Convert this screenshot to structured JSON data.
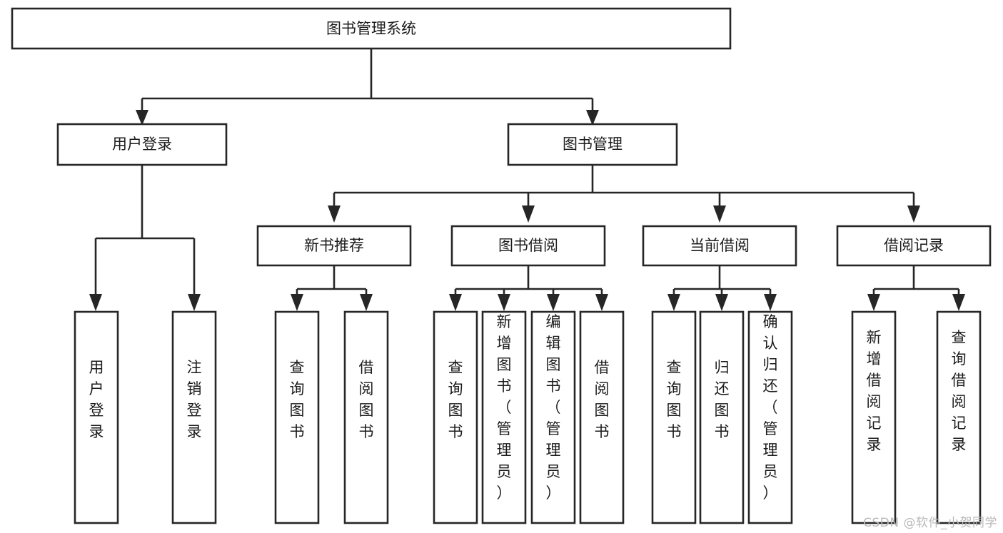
{
  "diagram": {
    "title": "图书管理系统",
    "type": "tree",
    "watermark": "CSDN @软件_小贺同学",
    "nodes": {
      "root": {
        "label": "图书管理系统",
        "level": 0,
        "orientation": "horizontal"
      },
      "user_login": {
        "label": "用户登录",
        "level": 1,
        "orientation": "horizontal"
      },
      "book_manage": {
        "label": "图书管理",
        "level": 1,
        "orientation": "horizontal"
      },
      "new_book_rec": {
        "label": "新书推荐",
        "level": 2,
        "orientation": "horizontal"
      },
      "book_borrow": {
        "label": "图书借阅",
        "level": 2,
        "orientation": "horizontal"
      },
      "current_borrow": {
        "label": "当前借阅",
        "level": 2,
        "orientation": "horizontal"
      },
      "borrow_record": {
        "label": "借阅记录",
        "level": 2,
        "orientation": "horizontal"
      },
      "leaf_user_login": {
        "label": "用户登录",
        "level": 3,
        "orientation": "vertical"
      },
      "leaf_logout": {
        "label": "注销登录",
        "level": 3,
        "orientation": "vertical"
      },
      "leaf_query_book_a": {
        "label": "查询图书",
        "level": 3,
        "orientation": "vertical"
      },
      "leaf_borrow_book_a": {
        "label": "借阅图书",
        "level": 3,
        "orientation": "vertical"
      },
      "leaf_query_book_b": {
        "label": "查询图书",
        "level": 3,
        "orientation": "vertical"
      },
      "leaf_add_book": {
        "label": "新增图书（管理员）",
        "level": 3,
        "orientation": "vertical"
      },
      "leaf_edit_book": {
        "label": "编辑图书（管理员）",
        "level": 3,
        "orientation": "vertical"
      },
      "leaf_borrow_book_b": {
        "label": "借阅图书",
        "level": 3,
        "orientation": "vertical"
      },
      "leaf_query_book_c": {
        "label": "查询图书",
        "level": 3,
        "orientation": "vertical"
      },
      "leaf_return_book": {
        "label": "归还图书",
        "level": 3,
        "orientation": "vertical"
      },
      "leaf_confirm_return": {
        "label": "确认归还（管理员）",
        "level": 3,
        "orientation": "vertical"
      },
      "leaf_add_record": {
        "label": "新增借阅记录",
        "level": 3,
        "orientation": "vertical"
      },
      "leaf_query_record": {
        "label": "查询借阅记录",
        "level": 3,
        "orientation": "vertical"
      }
    },
    "edges": [
      {
        "from": "root",
        "to": "user_login"
      },
      {
        "from": "root",
        "to": "book_manage"
      },
      {
        "from": "user_login",
        "to": "leaf_user_login"
      },
      {
        "from": "user_login",
        "to": "leaf_logout"
      },
      {
        "from": "book_manage",
        "to": "new_book_rec"
      },
      {
        "from": "book_manage",
        "to": "book_borrow"
      },
      {
        "from": "book_manage",
        "to": "current_borrow"
      },
      {
        "from": "book_manage",
        "to": "borrow_record"
      },
      {
        "from": "new_book_rec",
        "to": "leaf_query_book_a"
      },
      {
        "from": "new_book_rec",
        "to": "leaf_borrow_book_a"
      },
      {
        "from": "book_borrow",
        "to": "leaf_query_book_b"
      },
      {
        "from": "book_borrow",
        "to": "leaf_add_book"
      },
      {
        "from": "book_borrow",
        "to": "leaf_edit_book"
      },
      {
        "from": "book_borrow",
        "to": "leaf_borrow_book_b"
      },
      {
        "from": "current_borrow",
        "to": "leaf_query_book_c"
      },
      {
        "from": "current_borrow",
        "to": "leaf_return_book"
      },
      {
        "from": "current_borrow",
        "to": "leaf_confirm_return"
      },
      {
        "from": "borrow_record",
        "to": "leaf_add_record"
      },
      {
        "from": "borrow_record",
        "to": "leaf_query_record"
      }
    ],
    "colors": {
      "stroke": "#262626",
      "fill": "#ffffff",
      "text": "#1b1b1b",
      "watermark": "#b9b9b9"
    }
  }
}
